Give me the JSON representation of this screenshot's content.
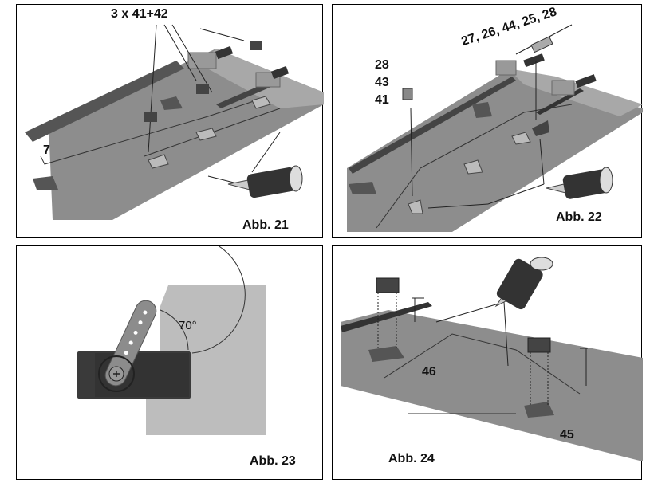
{
  "figures": [
    {
      "caption": "Abb. 21",
      "labels": [
        "3 x  41+42",
        "7"
      ]
    },
    {
      "caption": "Abb. 22",
      "labels": [
        "27, 26, 44, 25, 28",
        "28",
        "43",
        "41"
      ]
    },
    {
      "caption": "Abb. 23",
      "labels": [
        "70°"
      ]
    },
    {
      "caption": "Abb. 24",
      "labels": [
        "46",
        "45"
      ]
    }
  ],
  "colors": {
    "wing": "#8a8a8a",
    "wing_light": "#a5a5a5",
    "servo": "#3a3a3a",
    "plate": "#bdbdbd"
  }
}
